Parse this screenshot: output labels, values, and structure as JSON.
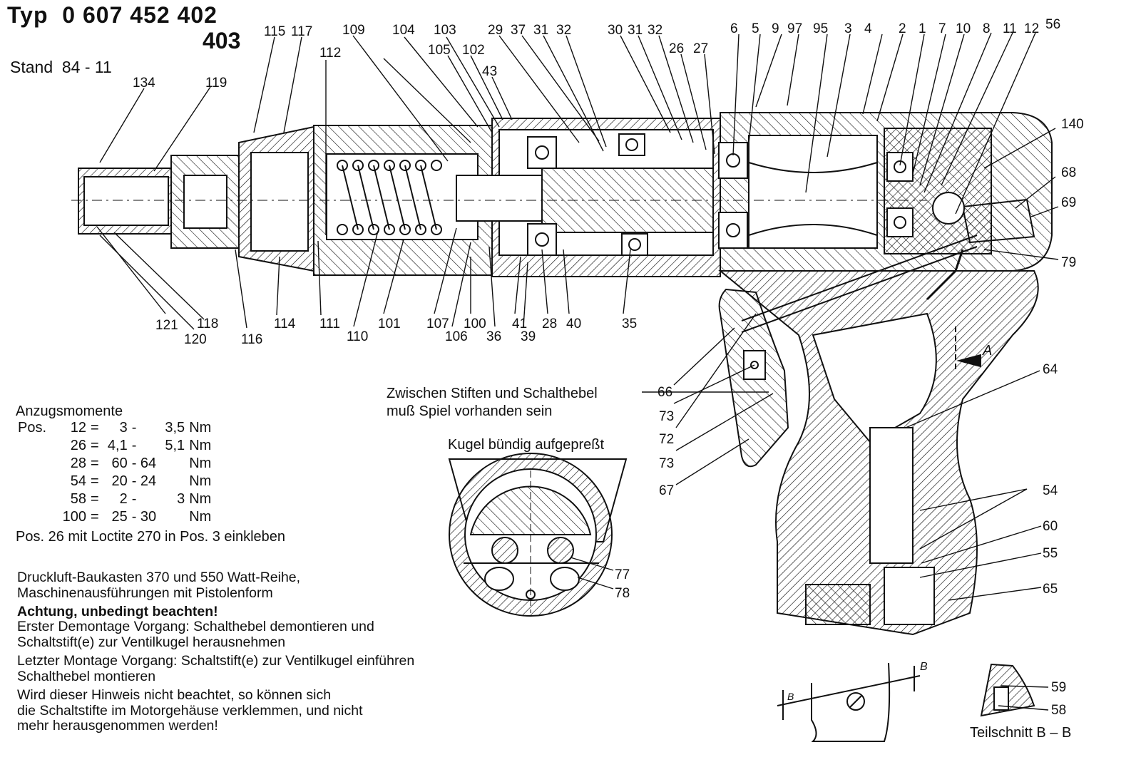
{
  "header": {
    "typ_label": "Typ",
    "typ_number": "0 607 452 402",
    "typ_variant": "403",
    "stand_label": "Stand",
    "stand_value": "84 - 11"
  },
  "torque": {
    "title": "Anzugsmomente",
    "pos_label": "Pos.",
    "rows": [
      {
        "pos": "12",
        "eq": "=",
        "from": "3",
        "dash": "-",
        "to": "3,5",
        "unit": "Nm"
      },
      {
        "pos": "26",
        "eq": "=",
        "from": "4,1",
        "dash": "-",
        "to": "5,1",
        "unit": "Nm"
      },
      {
        "pos": "28",
        "eq": "=",
        "from": "60",
        "dash": "- 64",
        "to": "",
        "unit": "Nm"
      },
      {
        "pos": "54",
        "eq": "=",
        "from": "20",
        "dash": "- 24",
        "to": "",
        "unit": "Nm"
      },
      {
        "pos": "58",
        "eq": "=",
        "from": "2",
        "dash": "-",
        "to": "3",
        "unit": "Nm"
      },
      {
        "pos": "100",
        "eq": "=",
        "from": "25",
        "dash": "- 30",
        "to": "",
        "unit": "Nm"
      }
    ],
    "loctite_note": "Pos. 26 mit Loctite 270 in Pos. 3 einkleben"
  },
  "notes": {
    "line1": "Druckluft-Baukasten 370 und 550 Watt-Reihe,",
    "line2": "Maschinenausführungen mit Pistolenform",
    "warning_title": "Achtung, unbedingt beachten!",
    "line3": "Erster Demontage Vorgang: Schalthebel demontieren und",
    "line4": "Schaltstift(e) zur Ventilkugel herausnehmen",
    "line5": "Letzter Montage Vorgang: Schaltstift(e) zur Ventilkugel einführen",
    "line6": "Schalthebel montieren",
    "line7": "Wird dieser Hinweis nicht beachtet, so können sich",
    "line8": "die Schaltstifte im Motorgehäuse verklemmen, und nicht",
    "line9": "mehr herausgenommen werden!"
  },
  "callouts": {
    "play_note_1": "Zwischen Stiften und Schalthebel",
    "play_note_2": "muß Spiel vorhanden sein",
    "ball_note": "Kugel bündig aufgepreßt",
    "section_label": "Teilschnitt B – B",
    "section_mark_a": "A",
    "section_mark_b": "B"
  },
  "part_numbers": {
    "top": [
      "115",
      "117",
      "112",
      "109",
      "104",
      "103",
      "105",
      "102",
      "43",
      "29",
      "37",
      "31",
      "32",
      "30",
      "31",
      "32",
      "26",
      "27",
      "6",
      "5",
      "9",
      "97",
      "95",
      "3",
      "4",
      "2",
      "1",
      "7",
      "10",
      "8",
      "11",
      "12",
      "56"
    ],
    "left": [
      "134",
      "119"
    ],
    "bottom": [
      "121",
      "118",
      "120",
      "116",
      "114",
      "111",
      "110",
      "101",
      "107",
      "106",
      "100",
      "36",
      "41",
      "39",
      "28",
      "40",
      "35"
    ],
    "right": [
      "140",
      "68",
      "69",
      "79",
      "64",
      "54",
      "60",
      "55",
      "65",
      "59",
      "58"
    ],
    "handle": [
      "66",
      "73",
      "72",
      "73",
      "67"
    ],
    "ball": [
      "77",
      "78"
    ]
  },
  "colors": {
    "ink": "#111111",
    "paper": "#ffffff"
  }
}
